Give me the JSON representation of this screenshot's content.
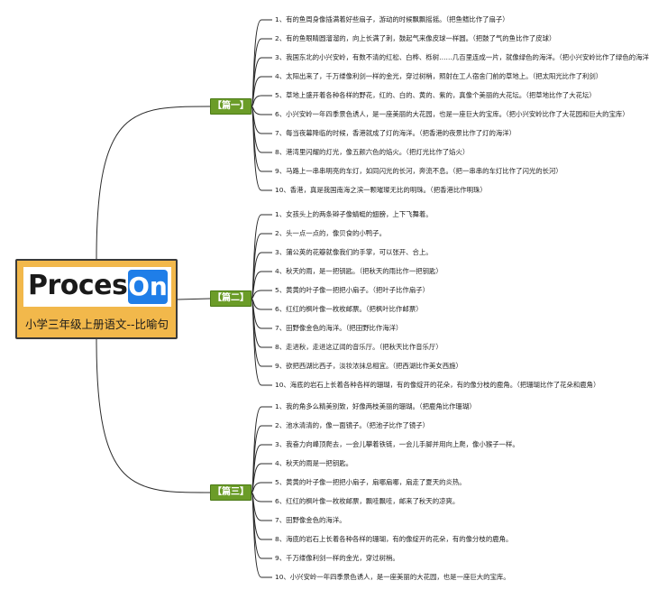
{
  "root": {
    "logo_text": "Process",
    "logo_badge": "On",
    "subtitle": "小学三年级上册语文--比喻句"
  },
  "sections": [
    {
      "label": "【篇一】",
      "items": [
        "1、有的鱼周身像插满着好些扇子，游动的时候飘飘摇摇。（把鱼鳍比作了扇子）",
        "2、有的鱼眼睛圆溜溜的，向上长满了刺，鼓起气来像皮球一样圆。（把鼓了气的鱼比作了皮球）",
        "3、我国东北的小兴安岭，有数不清的红松、白桦、栎树……几百里连成一片，就像绿色的海洋。（把小兴安岭比作了绿色的海洋）",
        "4、太阳出来了，千万缕像利剑一样的金光，穿过树梢，照射在工人宿舍门前的草地上。（把太阳光比作了利剑）",
        "5、草地上盛开着各种各样的野花，红的、白的、黄的、紫的，真像个美丽的大花坛。（把草地比作了大花坛）",
        "6、小兴安岭一年四季景色诱人，是一座美丽的大花园，也是一座巨大的宝库。（把小兴安岭比作了大花园和巨大的宝库）",
        "7、每当夜幕降临的时候，香港就成了灯的海洋。（把香港的夜景比作了灯的海洋）",
        "8、港湾里闪耀的灯光，像五颜六色的焰火。（把灯光比作了焰火）",
        "9、马路上一串串明亮的车灯，如同闪光的长河，奔流不息。（把一串串的车灯比作了闪光的长河）",
        "10、香港，真是我国南海之滨一颗璀璨无比的明珠。（把香港比作明珠）"
      ]
    },
    {
      "label": "【篇二】",
      "items": [
        "1、女孩头上的两条辫子像蜻蜓的翅膀，上下飞舞着。",
        "2、头一点一点的，像贝食的小鸭子。",
        "3、蒲公英的花瓣就像我们的手掌，可以张开、合上。",
        "4、秋天的雨，是一把钥匙。（把秋天的雨比作一把钥匙）",
        "5、黄黄的叶子像一把把小扇子。（把叶子比作扇子）",
        "6、红红的枫叶像一枚枚邮票。（把枫叶比作邮票）",
        "7、田野像金色的海洋。（把田野比作海洋）",
        "8、走进秋，走进这辽阔的音乐厅。（把秋天比作音乐厅）",
        "9、欲把西湖比西子，淡妆浓抹总相宜。（把西湖比作美女西施）",
        "10、海底的岩石上长着各种各样的珊瑚，有的像绽开的花朵，有的像分枝的鹿角。（把珊瑚比作了花朵和鹿角）"
      ]
    },
    {
      "label": "【篇三】",
      "items": [
        "1、我的角多么精美别致，好像两枝美丽的珊瑚。（把鹿角比作珊瑚）",
        "2、池水清清的，像一面镜子。（把池子比作了镜子）",
        "3、我奋力向峰顶爬去，一会儿攀着铁链，一会儿手脚并用向上爬，像小猴子一样。",
        "4、秋天的雨是一把钥匙。",
        "5、黄黄的叶子像一把把小扇子，扇哪扇哪，扇走了夏天的炎热。",
        "6、红红的枫叶像一枚枚邮票，飘哇飘哇，邮来了秋天的凉爽。",
        "7、田野像金色的海洋。",
        "8、海底的岩石上长着各种各样的珊瑚，有的像绽开的花朵，有的像分枝的鹿角。",
        "9、千万缕像利剑一样的金光，穿过树梢。",
        "10、小兴安岭一年四季景色诱人，是一座美丽的大花园，也是一座巨大的宝库。"
      ]
    }
  ]
}
